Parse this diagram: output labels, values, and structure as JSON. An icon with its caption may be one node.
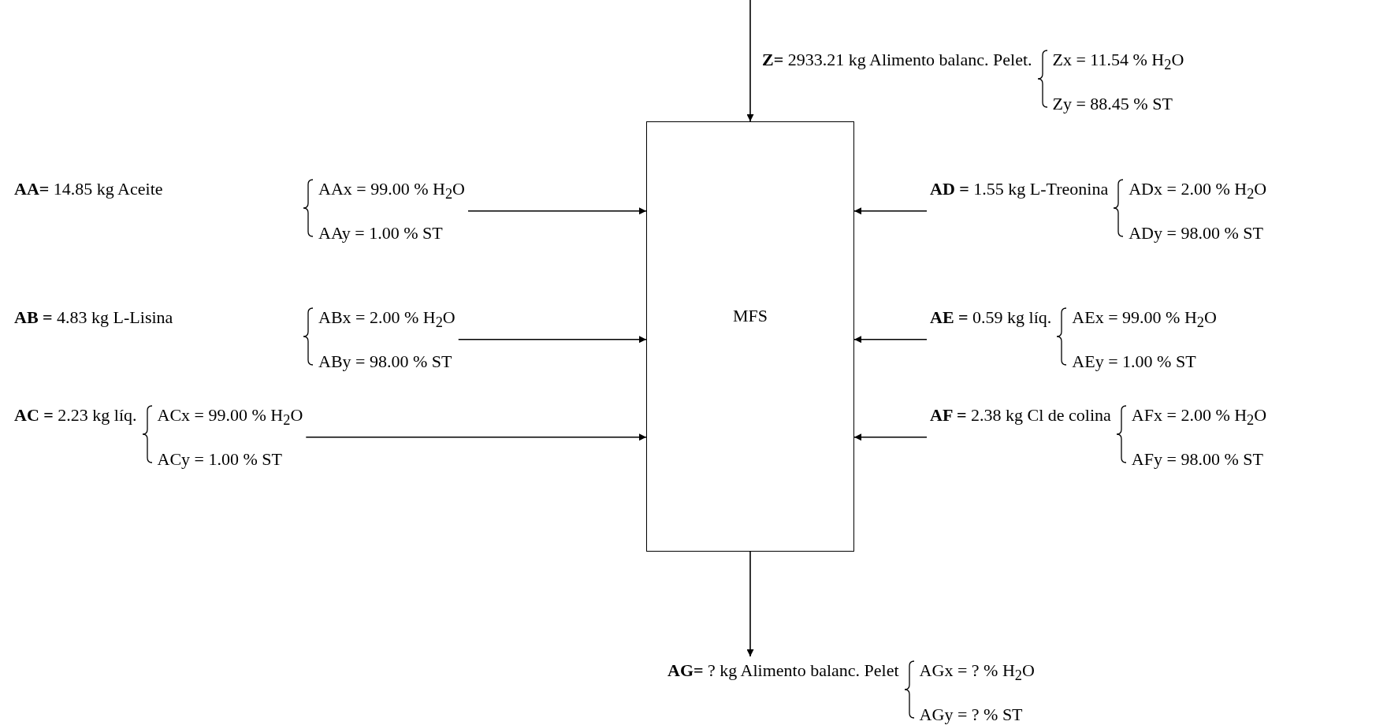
{
  "diagram": {
    "nodes": [
      {
        "text": [
          "**Z=** 2933.21 kg Alimento balanc. Pelet.",
          "Zx = 11.54 % H$_{2}$O",
          "Zy = 88.45 % ST"
        ]
      },
      {
        "text": [
          "**AA=** 14.85 kg Aceite",
          "AAx = 99.00 % H$_{2}$O",
          "AAy = 1.00 % ST"
        ]
      },
      {
        "text": [
          "**AB =** 4.83 kg L-Lisina",
          "ABx = 2.00 % H$_{2}$O",
          "ABy = 98.00 % ST"
        ]
      },
      {
        "text": [
          "**AC =** 2.23 kg líq.",
          "ACx = 99.00 % H$_{2}$O",
          "ACy = 1.00 % ST"
        ]
      },
      {
        "text": [
          "MFS"
        ]
      },
      {
        "text": [
          "**AD =** 1.55 kg L-Treonina",
          "ADx = 2.00 % H$_{2}$O",
          "ADy = 98.00 % ST"
        ]
      },
      {
        "text": [
          "**AE =** 0.59 kg líq.",
          "AEx = 99.00 % H$_{2}$O",
          "AEy = 1.00 % ST"
        ]
      },
      {
        "text": [
          "**AF =** 2.38 kg Cl de colina",
          "AFx = 2.00 % H$_{2}$O",
          "AFy = 98.00 % ST"
        ]
      },
      {
        "text": [
          "**AG=** ? kg Alimento balanc. Pelet",
          "AGx = ? % H$_{2}$O",
          "AGy = ? % ST"
        ]
      }
    ],
    "edges": [
      {
        "from": null,
        "to": 4,
        "arrow": "to"
      },
      {
        "from": 1,
        "to": 4,
        "arrow": "to"
      },
      {
        "from": 2,
        "to": 4,
        "arrow": "to"
      },
      {
        "from": 3,
        "to": 4,
        "arrow": "to"
      },
      {
        "from": 5,
        "to": 4,
        "arrow": "to"
      },
      {
        "from": 6,
        "to": 4,
        "arrow": "to"
      },
      {
        "from": 7,
        "to": 4,
        "arrow": "to"
      },
      {
        "from": 4,
        "to": 8,
        "arrow": "to"
      }
    ]
  }
}
